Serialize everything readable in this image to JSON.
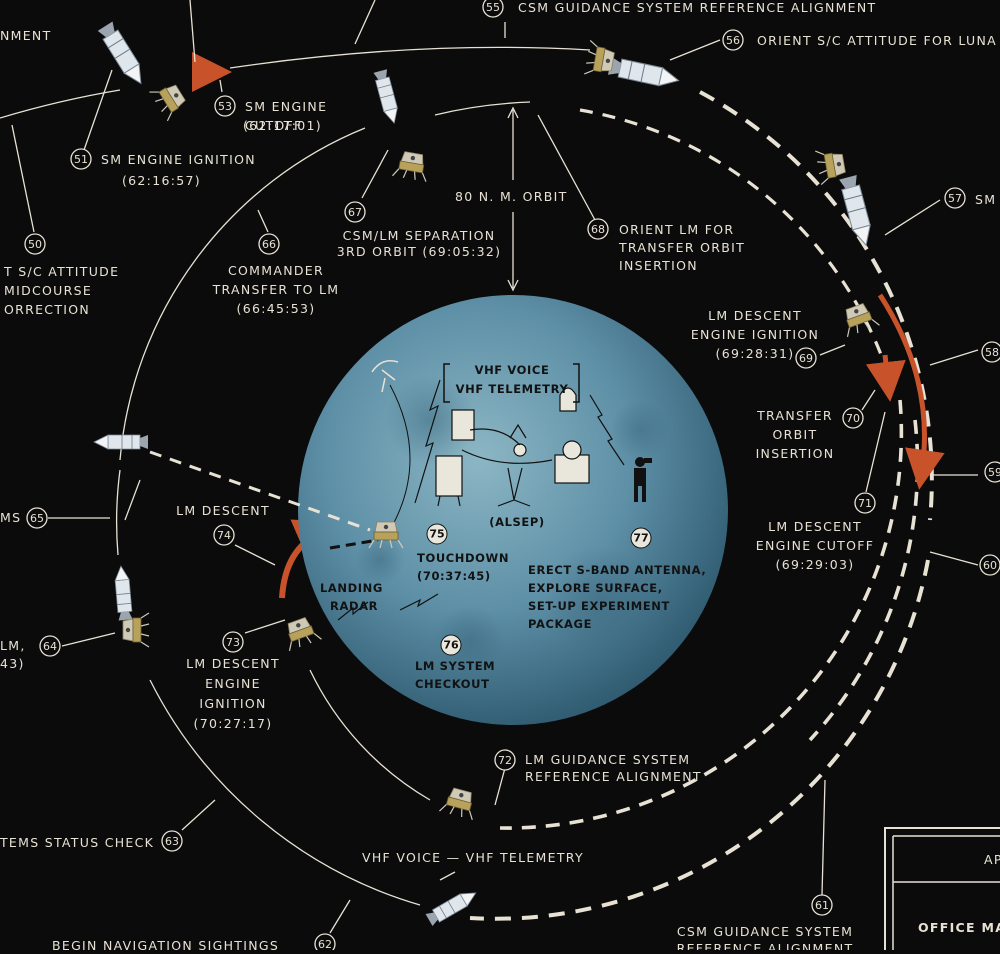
{
  "events": [
    {
      "id": "e55",
      "num": "55",
      "lines": [
        "CSM GUIDANCE SYSTEM REFERENCE ALIGNMENT"
      ]
    },
    {
      "id": "e56",
      "num": "56",
      "lines": [
        "ORIENT S/C ATTITUDE FOR LUNA"
      ]
    },
    {
      "id": "e57",
      "num": "57",
      "lines": [
        "SM"
      ]
    },
    {
      "id": "e58",
      "num": "58",
      "lines": []
    },
    {
      "id": "e59",
      "num": "59",
      "lines": []
    },
    {
      "id": "e60",
      "num": "60",
      "lines": []
    },
    {
      "id": "e50",
      "num": "50",
      "lines": [
        "T S/C ATTITUDE",
        "MIDCOURSE",
        "ORRECTION"
      ]
    },
    {
      "id": "e51",
      "num": "51",
      "lines": [
        "SM ENGINE IGNITION",
        "(62:16:57)"
      ]
    },
    {
      "id": "e53",
      "num": "53",
      "lines": [
        "SM ENGINE",
        "CUTOFF",
        "(62:17:01)"
      ]
    },
    {
      "id": "e66",
      "num": "66",
      "lines": [
        "COMMANDER",
        "TRANSFER TO LM",
        "(66:45:53)"
      ]
    },
    {
      "id": "e67",
      "num": "67",
      "lines": [
        "CSM/LM SEPARATION",
        "3RD ORBIT (69:05:32)"
      ]
    },
    {
      "id": "e68",
      "num": "68",
      "lines": [
        "ORIENT LM FOR",
        "TRANSFER ORBIT",
        "INSERTION"
      ]
    },
    {
      "id": "e69",
      "num": "69",
      "lines": [
        "LM DESCENT",
        "ENGINE IGNITION",
        "(69:28:31)"
      ]
    },
    {
      "id": "e70",
      "num": "70",
      "lines": [
        "TRANSFER",
        "ORBIT",
        "INSERTION"
      ]
    },
    {
      "id": "e71",
      "num": "71",
      "lines": [
        "LM DESCENT",
        "ENGINE CUTOFF",
        "(69:29:03)"
      ]
    },
    {
      "id": "e72",
      "num": "72",
      "lines": [
        "LM GUIDANCE SYSTEM",
        "REFERENCE ALIGNMENT"
      ]
    },
    {
      "id": "e73",
      "num": "73",
      "lines": [
        "LM DESCENT",
        "ENGINE",
        "IGNITION",
        "(70:27:17)"
      ]
    },
    {
      "id": "e74",
      "num": "74",
      "lines": [
        "LM DESCENT"
      ]
    },
    {
      "id": "e65",
      "num": "65",
      "lines": [
        "MS"
      ]
    },
    {
      "id": "e64",
      "num": "64",
      "lines": [
        "LM,",
        "43)"
      ]
    },
    {
      "id": "e63",
      "num": "63",
      "lines": [
        "TEMS STATUS CHECK"
      ]
    },
    {
      "id": "e62",
      "num": "62",
      "lines": [
        "BEGIN NAVIGATION SIGHTINGS"
      ]
    },
    {
      "id": "e61",
      "num": "61",
      "lines": [
        "CSM GUIDANCE SYSTEM",
        "REFERENCE ALIGNMENT"
      ]
    },
    {
      "id": "e52",
      "num": "",
      "lines": [
        "CORRECTION"
      ]
    },
    {
      "id": "e49",
      "num": "",
      "lines": [
        "NMENT"
      ]
    }
  ],
  "orbit_label": "80 N. M. ORBIT",
  "vhf_bottom": "VHF VOICE — VHF TELEMETRY",
  "moon": {
    "vhf_lines": [
      "VHF VOICE",
      "VHF TELEMETRY"
    ],
    "alsep": "(ALSEP)",
    "touchdown": {
      "num": "75",
      "lines": [
        "TOUCHDOWN",
        "(70:37:45)"
      ]
    },
    "landing_radar": [
      "LANDING",
      "RADAR"
    ],
    "explore": {
      "num": "77",
      "lines": [
        "ERECT S-BAND ANTENNA,",
        "EXPLORE SURFACE,",
        "SET-UP EXPERIMENT",
        "PACKAGE"
      ]
    },
    "checkout": {
      "num": "76",
      "lines": [
        "LM SYSTEM",
        "CHECKOUT"
      ]
    }
  },
  "title_block": {
    "top": "AP",
    "main": "OFFICE MAN"
  },
  "colors": {
    "background": "#0b0b0c",
    "ink": "#e8e2d4",
    "moon": "#5f8fa6",
    "burn_arrow": "#c8532a"
  }
}
